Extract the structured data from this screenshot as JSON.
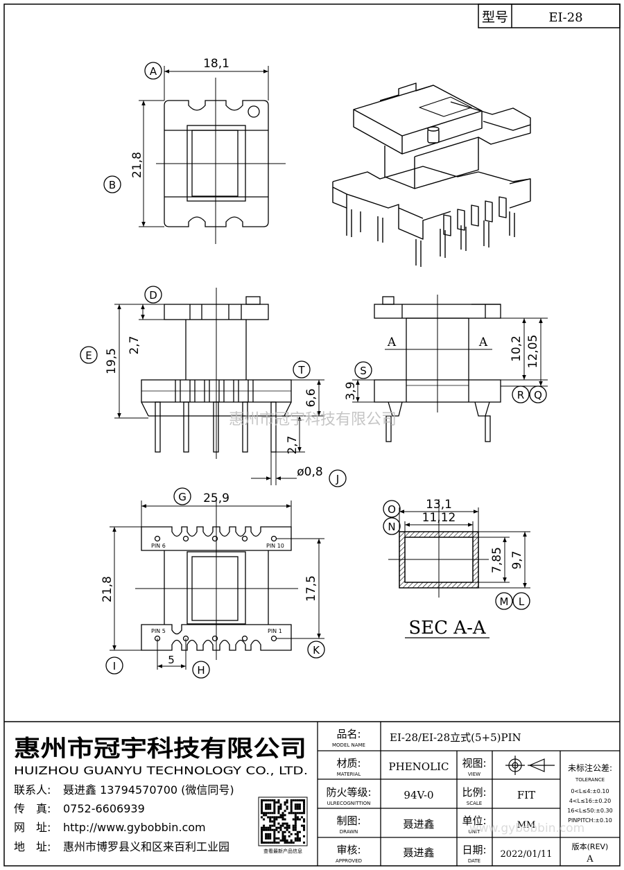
{
  "header": {
    "model_label": "型号",
    "model_value": "EI-28"
  },
  "drawings": {
    "top_view": {
      "letter_a": "A",
      "letter_b": "B",
      "dim_width": "18,1",
      "dim_height": "21,8"
    },
    "front_view": {
      "letter_d": "D",
      "letter_e": "E",
      "letter_t": "T",
      "letter_j": "J",
      "dim_19_5": "19,5",
      "dim_2_7_top": "2,7",
      "dim_6_6": "6,6",
      "dim_2_7_pin": "2,7",
      "dim_pin_dia": "ø0,8"
    },
    "side_view": {
      "letter_s": "S",
      "letter_r": "R",
      "letter_q": "Q",
      "section_a_left": "A",
      "section_a_right": "A",
      "dim_10_2": "10,2",
      "dim_12_05": "12,05",
      "dim_3_9": "3,9"
    },
    "bottom_view": {
      "letter_g": "G",
      "letter_i": "I",
      "letter_h": "H",
      "letter_k": "K",
      "dim_25_9": "25,9",
      "dim_21_8": "21,8",
      "dim_17_5": "17,5",
      "dim_5": "5",
      "pin6": "PIN 6",
      "pin10": "PIN 10",
      "pin5": "PIN 5",
      "pin1": "PIN 1"
    },
    "section_view": {
      "letter_o": "O",
      "letter_n": "N",
      "letter_m": "M",
      "letter_l": "L",
      "dim_13_1": "13,1",
      "dim_11_12": "11,12",
      "dim_7_85": "7,85",
      "dim_9_7": "9,7",
      "title": "SEC A-A"
    }
  },
  "watermark": "惠州市冠宇科技有限公司",
  "company": {
    "name_cn": "惠州市冠宇科技有限公司",
    "name_en": "HUIZHOU GUANYU TECHNOLOGY CO., LTD.",
    "contact_label": "联系人:",
    "contact_value": "聂进鑫 13794570700 (微信同号)",
    "fax_label": "传　真:",
    "fax_value": "0752-6606939",
    "web_label": "网　址:",
    "web_value": "http://www.gybobbin.com",
    "addr_label": "地　址:",
    "addr_value": "惠州市博罗县义和区来百利工业园",
    "qr_caption": "查看最新产品信息"
  },
  "title_block": {
    "model_name_cn": "品名:",
    "model_name_en": "MODEL NAME",
    "model_name_value": "EI-28/EI-28立式(5+5)PIN",
    "material_cn": "材质:",
    "material_en": "MATERIAL",
    "material_value": "PHENOLIC",
    "view_cn": "视图:",
    "view_en": "VIEW",
    "fire_cn": "防火等级:",
    "fire_en": "ULRECOGNITTION",
    "fire_value": "94V-0",
    "scale_cn": "比例:",
    "scale_en": "SCALE",
    "scale_value": "FIT",
    "drawn_cn": "制图:",
    "drawn_en": "DRAWN",
    "drawn_value": "聂进鑫",
    "unit_cn": "单位:",
    "unit_en": "UNIT",
    "unit_value": "MM",
    "approved_cn": "审核:",
    "approved_en": "APPROVED",
    "approved_value": "聂进鑫",
    "date_cn": "日期:",
    "date_en": "DATE",
    "date_value": "2022/01/11",
    "rev_label": "版本(REV)",
    "rev_value": "A",
    "tol_cn": "未标注公差:",
    "tol_en": "TOLERANCE",
    "tol_1": "0<L≤4:±0.10",
    "tol_2": "4<L≤16:±0.20",
    "tol_3": "16<L≤50:±0.30",
    "tol_4": "PINPITCH:±0.10",
    "watermark_url": "www.gybobbin.com"
  }
}
